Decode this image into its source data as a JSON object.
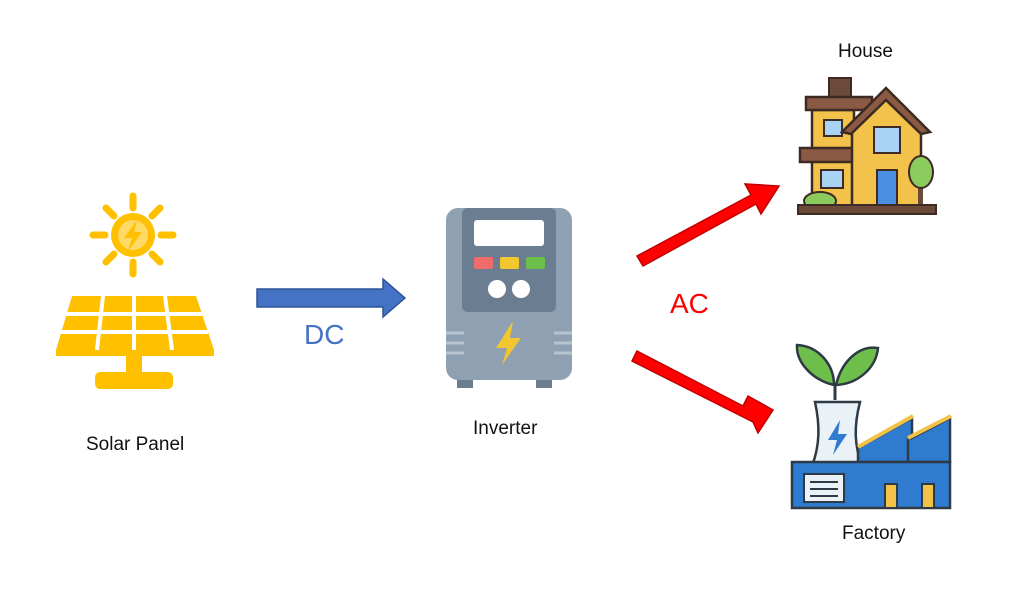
{
  "nodes": {
    "solar_panel": {
      "label": "Solar Panel"
    },
    "inverter": {
      "label": "Inverter"
    },
    "house": {
      "label": "House"
    },
    "factory": {
      "label": "Factory"
    }
  },
  "flows": {
    "dc": {
      "label": "DC",
      "color": "#4472C4"
    },
    "ac": {
      "label": "AC",
      "color": "#FF0000"
    }
  }
}
